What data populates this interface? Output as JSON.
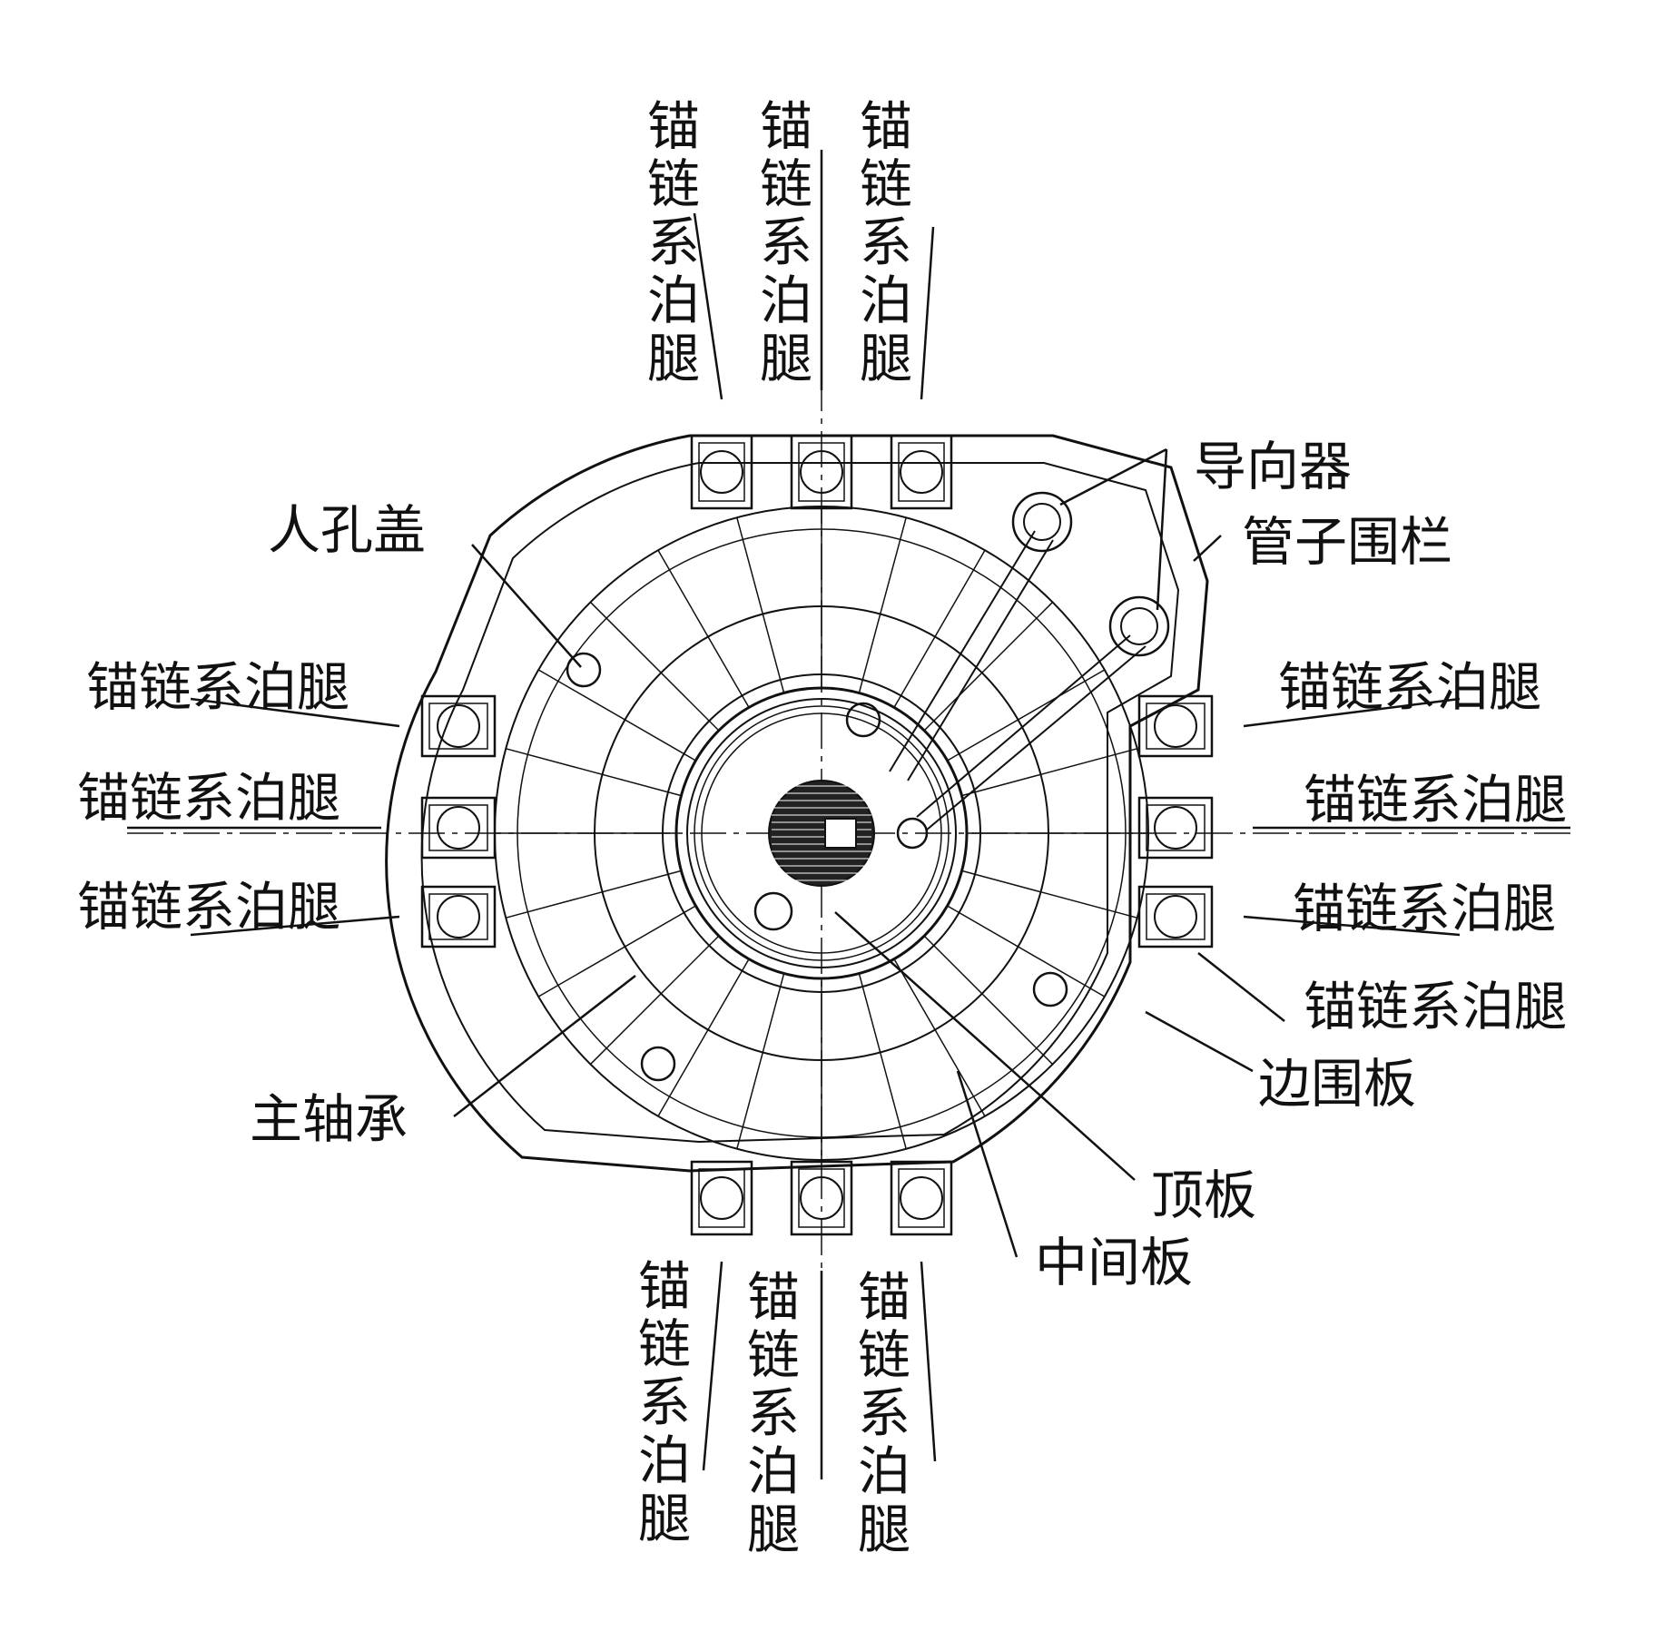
{
  "labels": {
    "anchor_leg": "锚链系泊腿",
    "manhole_cover": "人孔盖",
    "guide": "导向器",
    "pipe_fence": "管子围栏",
    "main_bearing": "主轴承",
    "side_plate": "边围板",
    "top_plate": "顶板",
    "middle_plate": "中间板"
  },
  "colors": {
    "line": "#111111",
    "background": "#ffffff"
  }
}
